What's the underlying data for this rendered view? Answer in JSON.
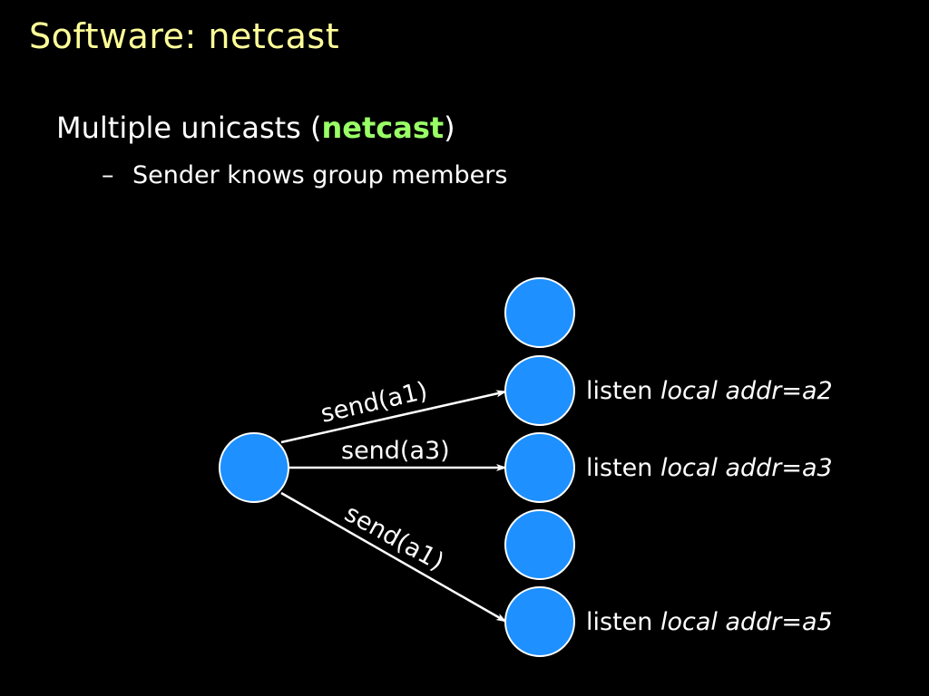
{
  "title": "Software: netcast",
  "bullet": {
    "prefix": "Multiple unicasts (",
    "highlight": "netcast",
    "suffix": ")"
  },
  "sub_bullet": {
    "dash": "–",
    "text": "Sender knows group members"
  },
  "diagram": {
    "node_color": "#1e90ff",
    "sends": [
      {
        "label": "send(a1)",
        "target": "a2"
      },
      {
        "label": "send(a3)",
        "target": "a3"
      },
      {
        "label": "send(a1)",
        "target": "a5"
      }
    ],
    "listeners": [
      {
        "prefix": "listen ",
        "italic": "local addr=a2"
      },
      {
        "prefix": "listen ",
        "italic": "local addr=a3"
      },
      {
        "prefix": "listen ",
        "italic": "local addr=a5"
      }
    ]
  }
}
